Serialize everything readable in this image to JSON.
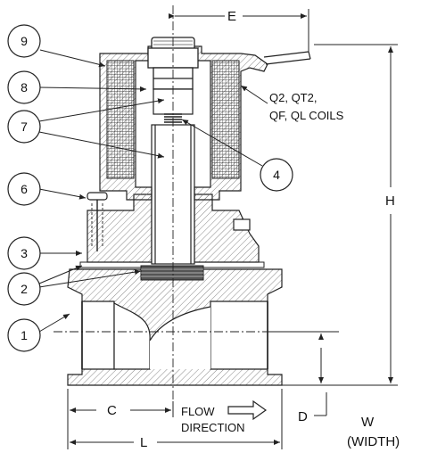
{
  "diagram": {
    "callouts": [
      "1",
      "2",
      "3",
      "4",
      "6",
      "7",
      "8",
      "9"
    ],
    "coil_label_line1": "Q2, QT2,",
    "coil_label_line2": "QF, QL COILS",
    "dim_e": "E",
    "dim_h": "H",
    "dim_c": "C",
    "dim_d": "D",
    "dim_l": "L",
    "dim_w": "W",
    "dim_w_sub": "(WIDTH)",
    "flow_line1": "FLOW",
    "flow_line2": "DIRECTION"
  },
  "colors": {
    "line": "#222222",
    "hatch": "#6a6a6a"
  }
}
